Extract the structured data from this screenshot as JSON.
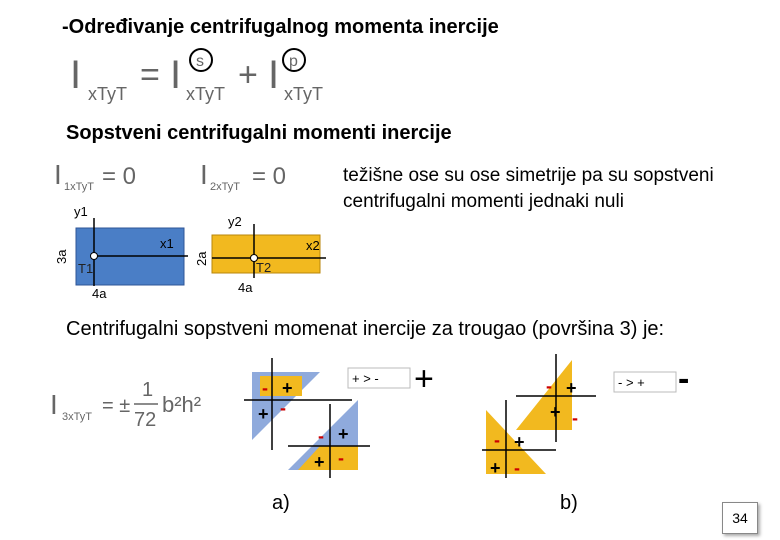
{
  "title": "-Određivanje centrifugalnog momenta inercije",
  "formula_main": {
    "lhs_base": "I",
    "lhs_sub": "xTyT",
    "eq": "=",
    "term1_base": "I",
    "term1_sub": "xTyT",
    "term1_marker": "s",
    "plus": "+",
    "term2_base": "I",
    "term2_sub": "xTyT",
    "term2_marker": "p"
  },
  "subtitle": "Sopstveni centrifugalni momenti inercije",
  "formula_rect1": {
    "base": "I",
    "sub": "1xTyT",
    "rhs": "= 0"
  },
  "formula_rect2": {
    "base": "I",
    "sub": "2xTyT",
    "rhs": "= 0"
  },
  "note": "težišne ose su ose simetrije pa su sopstveni centrifugalni momenti jednaki nuli",
  "rect1": {
    "y_label": "y1",
    "x_label": "x1",
    "t_label": "T1",
    "height_label": "3a",
    "width_label": "4a"
  },
  "rect2": {
    "y_label": "y2",
    "x_label": "x2",
    "t_label": "T2",
    "height_label": "2a",
    "width_label": "4a"
  },
  "triangle_text": "Centrifugalni sopstveni momenat inercije za trougao (površina 3) je:",
  "formula_tri": {
    "base": "I",
    "sub": "3xTyT",
    "rhs": "= ±",
    "frac_num": "1",
    "frac_den": "72",
    "tail": "b²h²"
  },
  "case_a": {
    "rule": "+ > -",
    "result": "+",
    "label": "a)",
    "signs": [
      "-",
      "+",
      "+",
      "-",
      "-",
      "+",
      "+",
      "-"
    ]
  },
  "case_b": {
    "rule": "- > +",
    "result": "-",
    "label": "b)",
    "signs": [
      "-",
      "+",
      "+",
      "-",
      "-",
      "+",
      "+",
      "-"
    ]
  },
  "colors": {
    "blue": "#4a7ec6",
    "gold": "#f2b91f",
    "triangle_blue": "#8faadc",
    "grey_text": "#666666"
  },
  "page_number": "34"
}
